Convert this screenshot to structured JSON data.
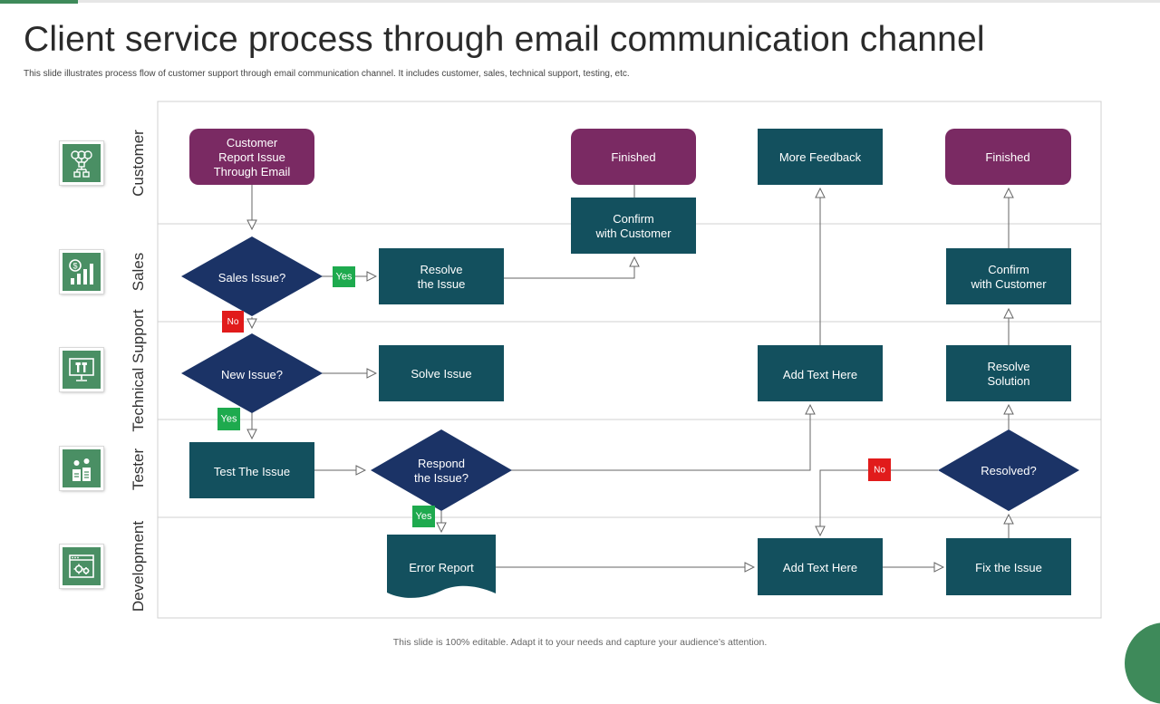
{
  "slide": {
    "title": "Client service process through email communication channel",
    "subtitle": "This slide illustrates process flow of customer support through email communication channel. It includes customer, sales, technical support, testing, etc.",
    "footer": "This slide is 100% editable. Adapt it to your needs and capture your audience’s attention."
  },
  "lanes": [
    {
      "label": "Customer",
      "icon": "customer-network-icon"
    },
    {
      "label": "Sales",
      "icon": "sales-chart-icon"
    },
    {
      "label": "Technical Support",
      "icon": "monitor-tools-icon"
    },
    {
      "label": "Tester",
      "icon": "tester-icon"
    },
    {
      "label": "Development",
      "icon": "browser-gear-icon"
    }
  ],
  "nodes": {
    "report": "Customer\nReport Issue\nThrough  Email",
    "finished_1": "Finished",
    "more_feedback": "More Feedback",
    "finished_2": "Finished",
    "confirm_1": "Confirm\nwith Customer",
    "sales_issue": "Sales Issue?",
    "resolve_issue": "Resolve\nthe Issue",
    "confirm_2": "Confirm\nwith Customer",
    "new_issue": "New Issue?",
    "solve_issue": "Solve Issue",
    "add_text_1": "Add Text Here",
    "resolve_solution": "Resolve\nSolution",
    "test_issue": "Test The Issue",
    "respond": "Respond\nthe Issue?",
    "resolved": "Resolved?",
    "error_report": "Error Report",
    "add_text_2": "Add Text Here",
    "fix_issue": "Fix the Issue"
  },
  "badges": {
    "yes_sales": "Yes",
    "no_sales": "No",
    "yes_new": "Yes",
    "yes_respond": "Yes",
    "no_resolved": "No"
  },
  "colors": {
    "purple": "#7a2a63",
    "teal": "#13505e",
    "navy": "#1b3366",
    "yes_green": "#1eaa4e",
    "no_red": "#e11b1b",
    "icon_green": "#4a8f64",
    "accent_green": "#3e8a5a"
  }
}
